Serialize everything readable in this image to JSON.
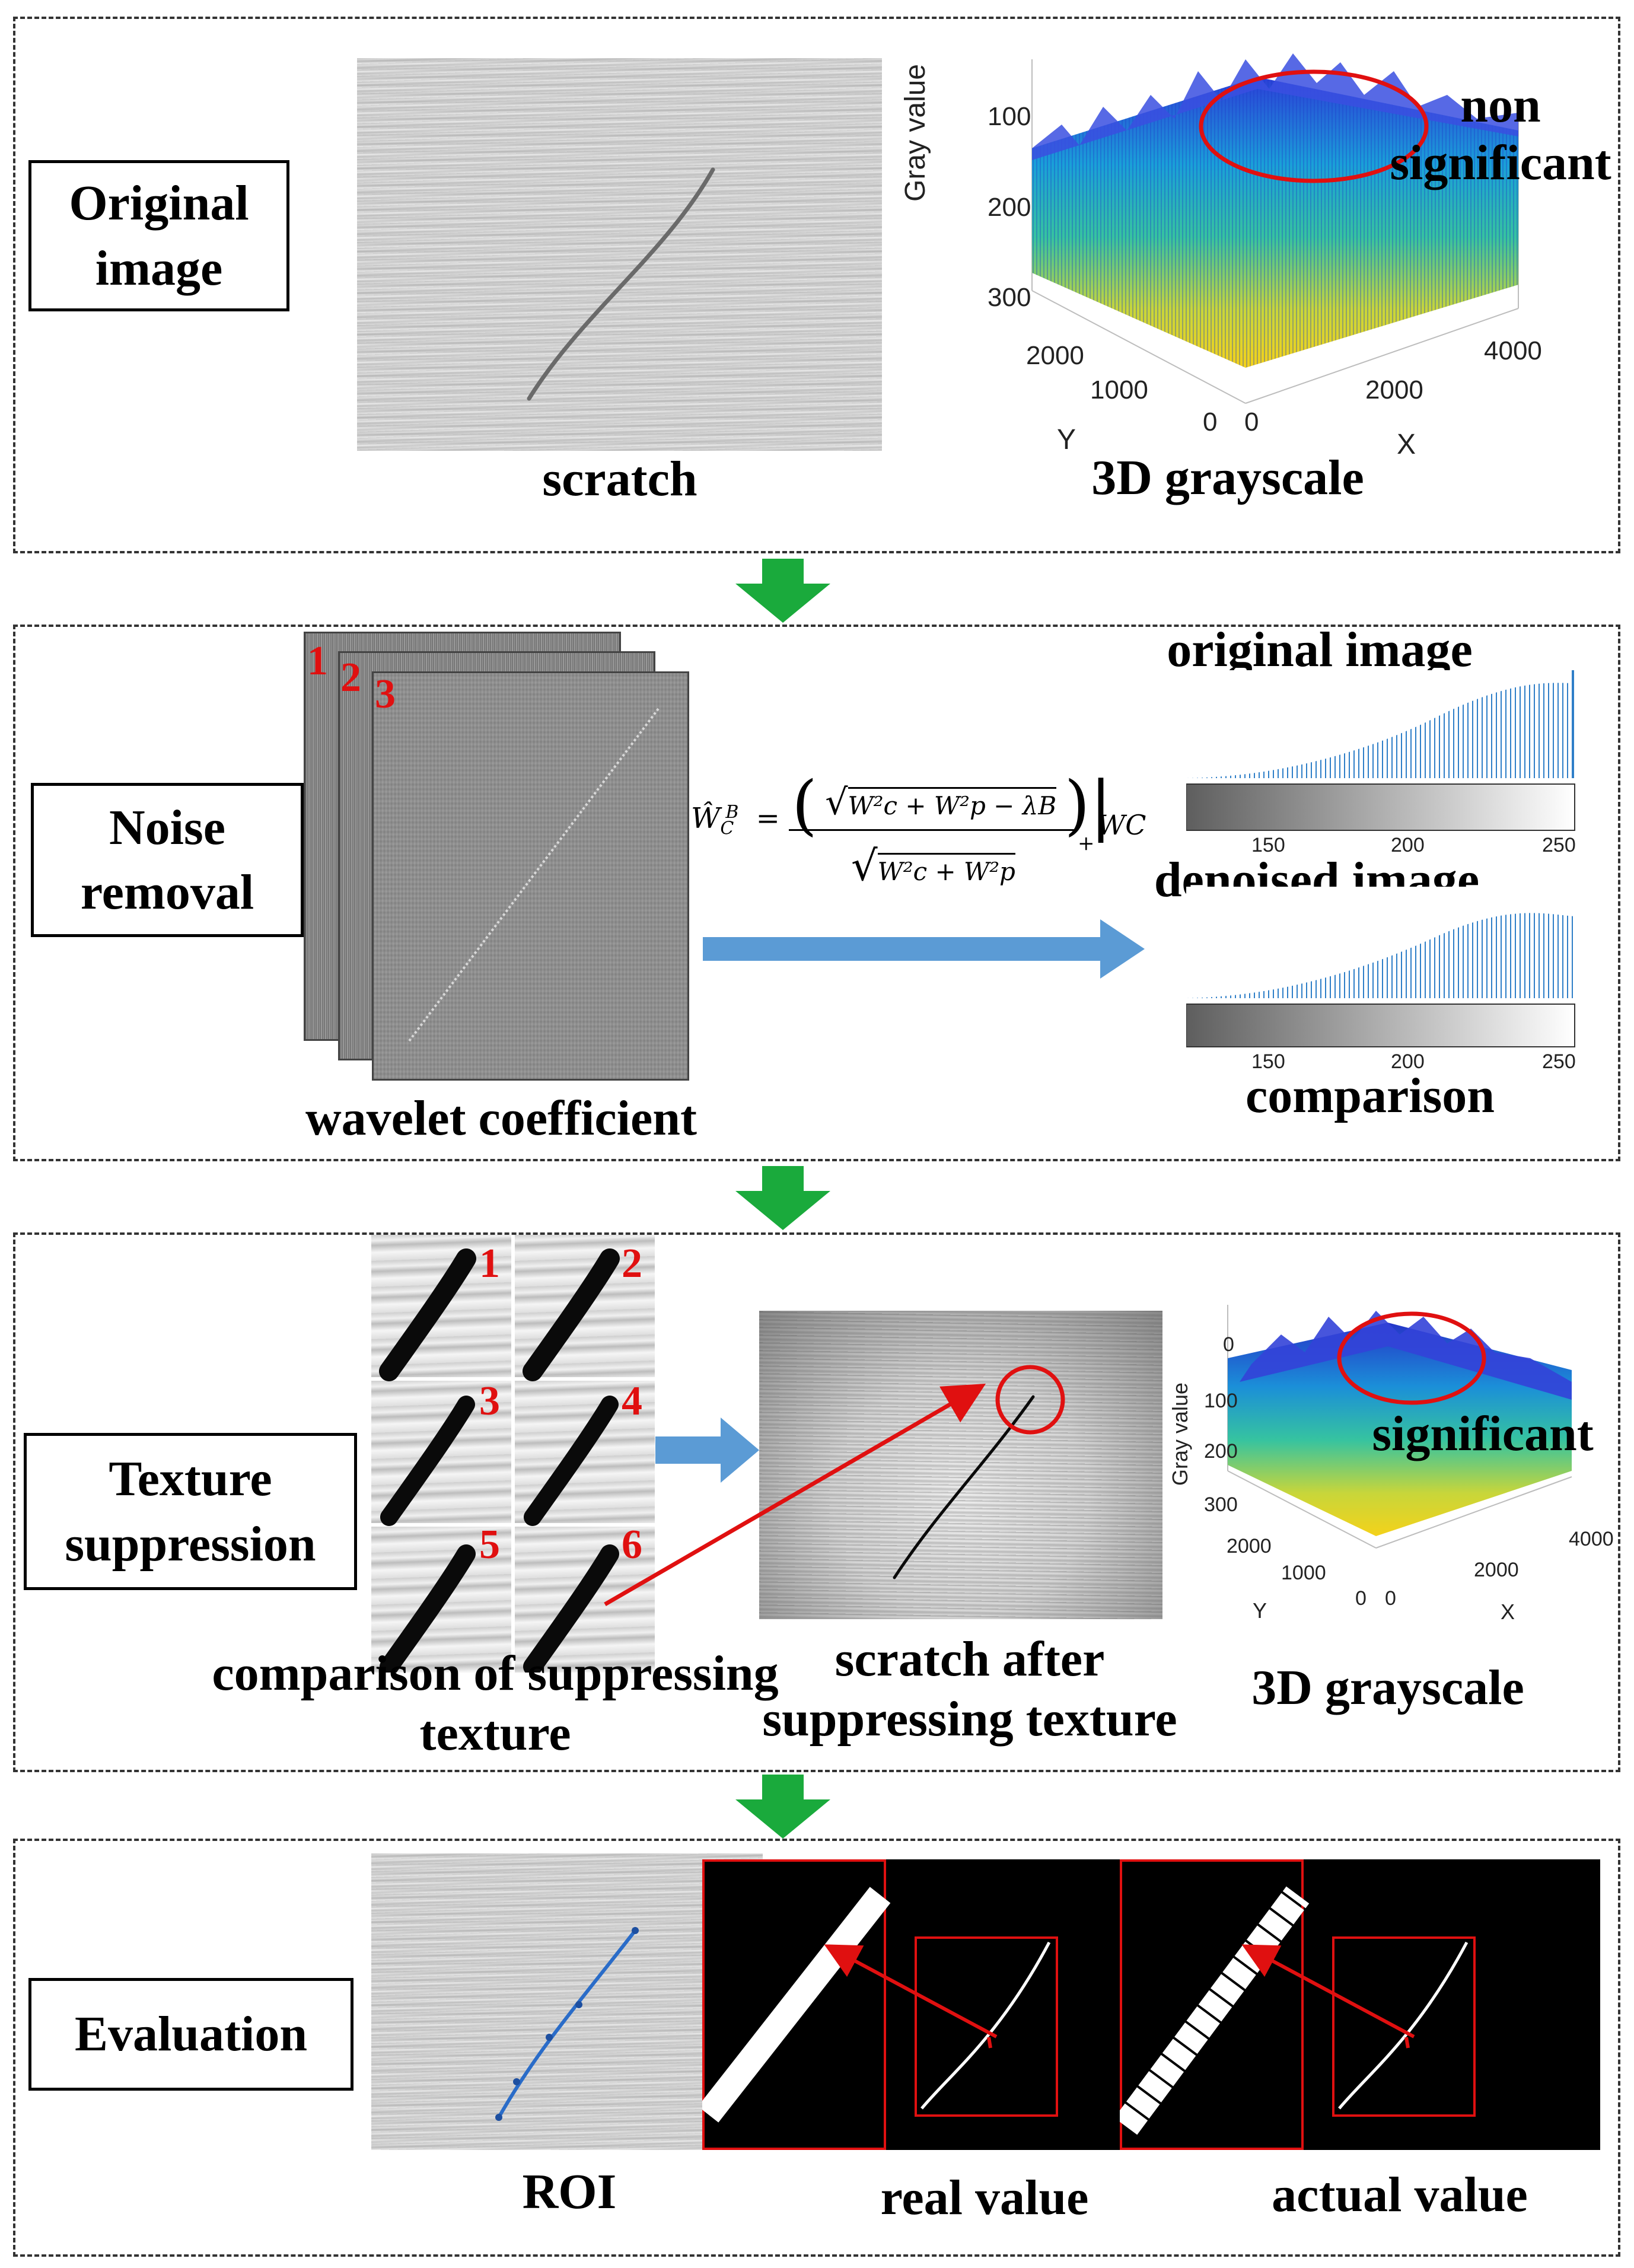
{
  "stages": {
    "original": {
      "label": "Original\nimage",
      "scratch_caption": "scratch",
      "plot_caption": "3D grayscale",
      "annotation": "non\nsignificant",
      "plot": {
        "zlabel": "Gray value",
        "z_ticks": [
          "100",
          "200",
          "300"
        ],
        "y_ticks": [
          "2000",
          "1000",
          "0"
        ],
        "x_ticks": [
          "0",
          "2000",
          "4000"
        ],
        "ylabel": "Y",
        "xlabel": "X"
      }
    },
    "noise": {
      "label": "Noise\nremoval",
      "layer_numbers": [
        "1",
        "2",
        "3"
      ],
      "wavelet_caption": "wavelet coefficient",
      "formula": {
        "lhs": "Ŵ",
        "lhs_sub": "C",
        "lhs_sup": "B",
        "numerator": "W²c + W²p − λB",
        "plus": "+",
        "trailing": "WC",
        "denominator": "W²c + W²p"
      },
      "histograms": {
        "top_caption": "original image",
        "bottom_caption": "denoised image",
        "comparison_caption": "comparison",
        "x_ticks": [
          "150",
          "200",
          "250"
        ]
      }
    },
    "texture": {
      "label": "Texture\nsuppression",
      "tile_numbers": [
        "1",
        "2",
        "3",
        "4",
        "5",
        "6"
      ],
      "tiles_caption": "comparison of suppressing\ntexture",
      "result_caption": "scratch after\nsuppressing texture",
      "plot_caption": "3D grayscale",
      "annotation": "significant",
      "plot": {
        "zlabel": "Gray value",
        "z_ticks": [
          "0",
          "100",
          "200",
          "300"
        ],
        "y_ticks": [
          "2000",
          "1000",
          "0"
        ],
        "x_ticks": [
          "0",
          "2000",
          "4000"
        ],
        "ylabel": "Y",
        "xlabel": "X"
      }
    },
    "evaluation": {
      "label": "Evaluation",
      "roi_caption": "ROI",
      "real_caption": "real value",
      "actual_caption": "actual value"
    }
  },
  "colors": {
    "arrow_green": "#1aaa3c",
    "arrow_blue": "#5b9bd5",
    "annotation_red": "#e01010"
  }
}
